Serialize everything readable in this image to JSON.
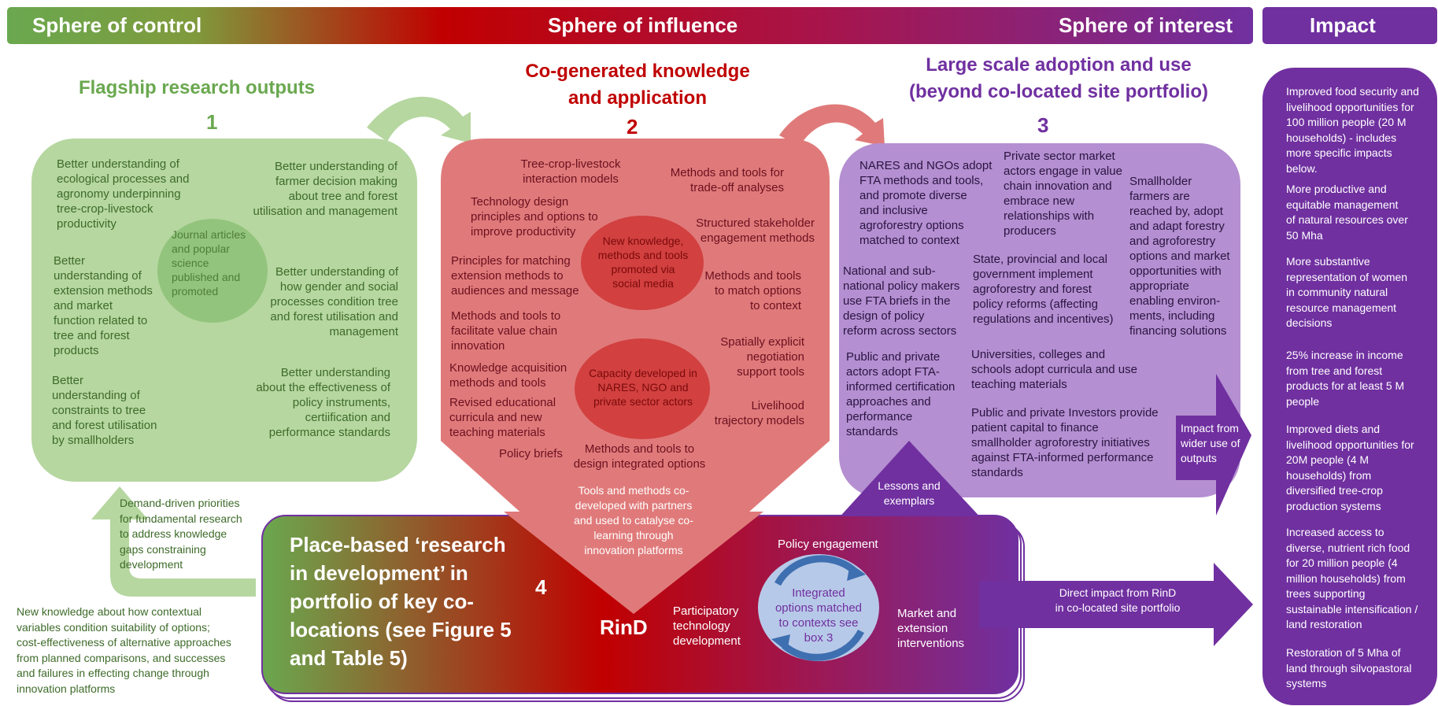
{
  "header": {
    "control": "Sphere of control",
    "influence": "Sphere of influence",
    "interest": "Sphere of interest",
    "impact": "Impact"
  },
  "colors": {
    "green": "#6aa84f",
    "green_light": "#b6d7a0",
    "red": "#c00000",
    "red_light": "#e07a7a",
    "purple": "#7030a0",
    "purple_light": "#b48fd1"
  },
  "col1": {
    "title": "Flagship research outputs",
    "number": "1",
    "center_ellipse": "Journal articles\nand popular\nscience\npublished  and\npromoted",
    "items": [
      "Better understanding of\necological processes and\nagronomy underpinning\ntree-crop-livestock\nproductivity",
      "Better\nunderstanding of\nextension methods\nand market\nfunction related to\ntree and forest\nproducts",
      "Better\nunderstanding of\nconstraints to tree\nand forest utilisation\nby smallholders",
      "Better understanding of\nfarmer decision making\nabout tree and forest\nutilisation and management",
      "Better understanding of\nhow gender and social\nprocesses condition tree\nand forest utilisation and\nmanagement",
      "Better understanding\nabout the effectiveness of\npolicy instruments,\ncertiification and\nperformance standards"
    ]
  },
  "col2": {
    "title": "Co-generated knowledge\nand application",
    "number": "2",
    "ellipse_top": "New knowledge,\nmethods and tools\npromoted via\nsocial media",
    "ellipse_bottom": "Capacity developed in\nNARES, NGO and\nprivate sector actors",
    "left_items": [
      "Tree-crop-livestock\ninteraction models",
      "Technology design\nprinciples and options to\nimprove productivity",
      "Principles for matching\nextension methods to\naudiences and message",
      "Methods and tools  to\nfacilitate value chain\ninnovation",
      "Knowledge acquisition\nmethods and tools",
      "Revised educational\ncurricula and new\nteaching materials",
      "Policy briefs"
    ],
    "right_items": [
      "Methods and tools for\ntrade-off analyses",
      "Structured stakeholder\nengagement methods",
      "Methods and tools\nto match options\nto context",
      "Spatially explicit\nnegotiation\nsupport tools",
      "Livelihood\ntrajectory models",
      "Methods and tools to\ndesign integrated options"
    ],
    "funnel_text": "Tools and methods co-\ndeveloped with partners\nand used to catalyse co-\nlearning through\ninnovation platforms"
  },
  "col3": {
    "title": "Large scale adoption and use\n(beyond co-located site portfolio)",
    "number": "3",
    "items": [
      "NARES and NGOs adopt\nFTA methods and tools,\nand promote diverse\nand inclusive\nagroforestry options\nmatched to context",
      "Private sector market\nactors engage in value\nchain innovation and\nembrace new\nrelationships with\nproducers",
      "Smallholder\nfarmers are\nreached by, adopt\nand adapt  forestry\nand agroforestry\noptions and market\nopportunities with\nappropriate\nenabling environ-\nments, including\nfinancing solutions",
      "National and sub-\nnational policy makers\nuse FTA briefs in the\ndesign of policy\nreform across sectors",
      "State, provincial and local\ngovernment implement\nagroforestry and forest\npolicy reforms (affecting\nregulations and incentives)",
      "Public and private\nactors adopt FTA-\ninformed certification\napproaches and\nperformance\nstandards",
      "Universities, colleges and\nschools adopt curricula and use\nteaching materials",
      "Public and private Investors provide\npatient capital to finance\nsmallholder agroforestry initiatives\nagainst FTA-informed performance\nstandards"
    ],
    "arrow_label": "Impact from\nwider use of\noutputs"
  },
  "impact": {
    "items": [
      "Improved food security and\nlivelihood opportunities for\n100 million people (20 M\nhouseholds) - includes\nmore specific impacts\nbelow.",
      "More productive and\nequitable management\nof natural resources over\n50 Mha",
      "More substantive\nrepresentation of women\nin community natural\nresource management\ndecisions",
      "25% increase in income\nfrom tree and forest\nproducts for at least 5 M\npeople",
      "Improved diets and\nlivelihood opportunities for\n20M people (4 M\nhouseholds) from\ndiversified tree-crop\nproduction systems",
      "Increased access to\ndiverse, nutrient rich food\nfor 20 million people (4\nmillion households) from\ntrees supporting\nsustainable intensification /\nland restoration",
      "Restoration of 5 Mha of\nland through silvopastoral\nsystems"
    ]
  },
  "bottom": {
    "place_based": "Place-based ‘research\nin development’ in\nportfolio of key co-\nlocations (see Figure 5\nand Table 5)",
    "number": "4",
    "rind": "RinD",
    "policy_engagement": "Policy engagement",
    "participatory": "Participatory\ntechnology\ndevelopment",
    "integrated": "Integrated\noptions matched\nto contexts see\nbox 3",
    "market": "Market and\nextension\ninterventions",
    "lessons": "Lessons and\nexemplars",
    "direct_impact": "Direct impact from RinD\nin co-located site portfolio",
    "demand_driven": "Demand-driven priorities\nfor fundamental research\nto address knowledge\ngaps constraining\ndevelopment",
    "new_knowledge": "New knowledge about how contextual\nvariables condition suitability of options;\ncost-effectiveness of alternative approaches\nfrom planned comparisons, and successes\nand failures in effecting change through\ninnovation platforms"
  }
}
